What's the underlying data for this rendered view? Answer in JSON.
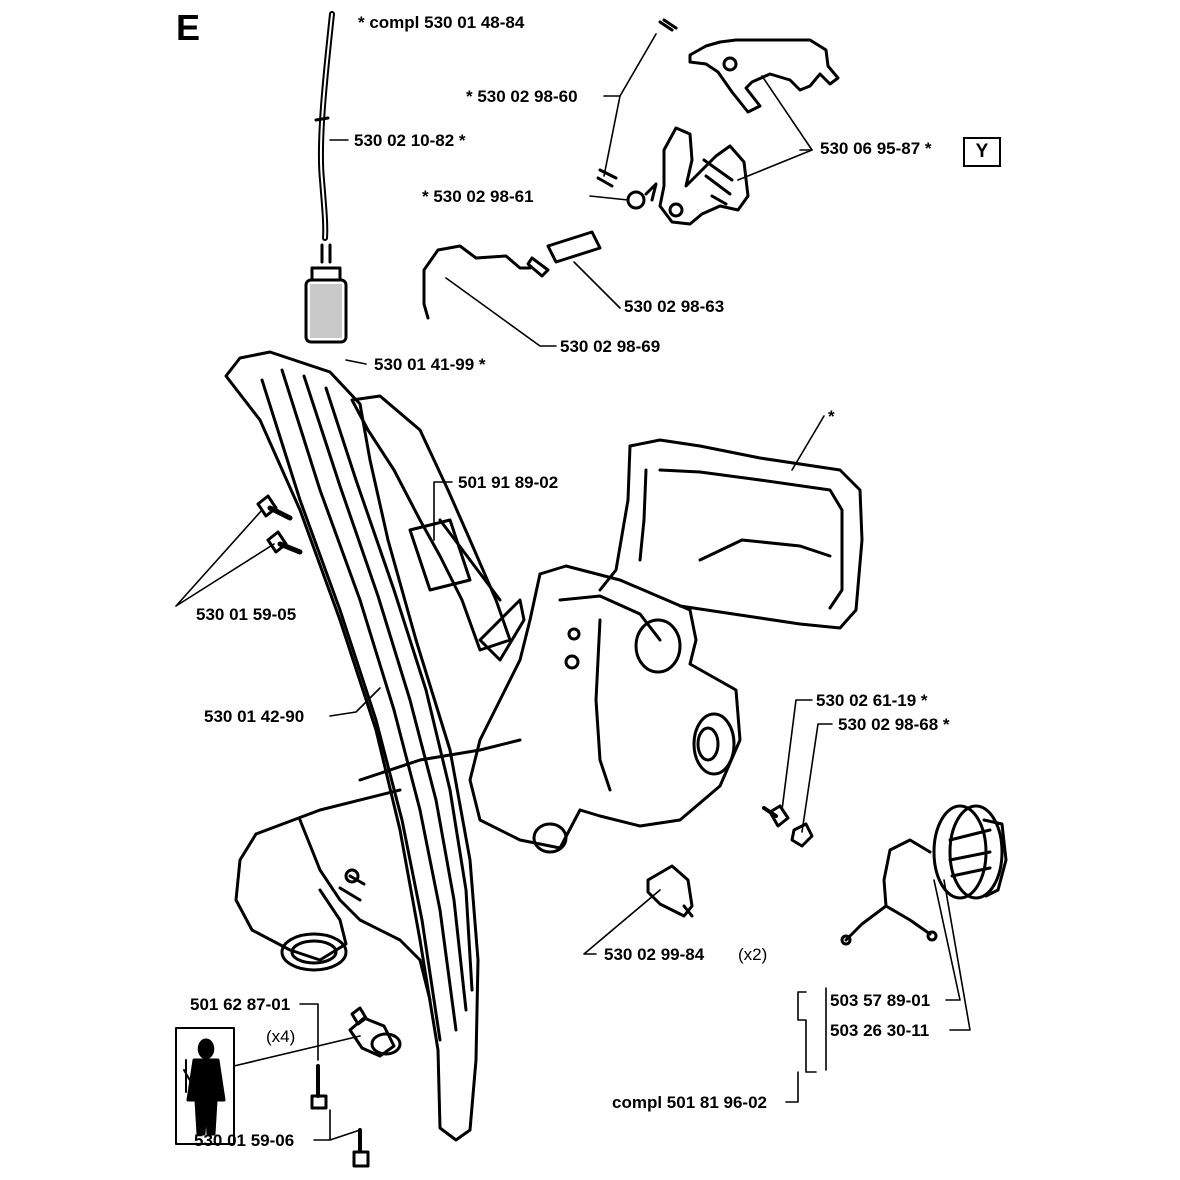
{
  "section_letter": "E",
  "y_badge": "Y",
  "labels": {
    "fuel_hose_compl": "*  compl 530 01 48-84",
    "hose": "530 02 10-82  *",
    "fuel_filter": "530 01 41-99  *",
    "pin_upper": "*  530 02 98-60",
    "spring": "*  530 02 98-61",
    "throttle": "530 06 95-87  *",
    "rod_knob": "530 02 98-63",
    "rod": "530 02 98-69",
    "handle_top_marker": "*",
    "rubber_sleeve": "501 91 89-02",
    "screws": "530 01 59-05",
    "front_handle": "530 01 42-90",
    "screw_261": "530 02 61-19  *",
    "nut_268": "530 02 98-68  *",
    "dampener": "530 02 99-84",
    "dampener_qty": "(x2)",
    "screw_501": "501 62 87-01",
    "qty_x4": "(x4)",
    "screw_506": "530 01 59-06",
    "tank_cap_a": "503 57 89-01",
    "tank_cap_b": "503 26 30-11",
    "tank_cap_compl": "compl 501 81 96-02"
  }
}
